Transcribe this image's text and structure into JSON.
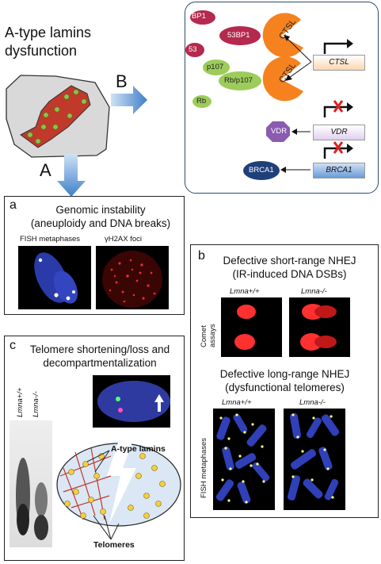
{
  "title": "A-type lamins dysfunction",
  "arrows": {
    "A": "A",
    "B": "B"
  },
  "pathway": {
    "proteins": {
      "bp1_fragment": "BP1",
      "p53bp1": "53BP1",
      "fragment_53": "53",
      "ctsl_top": "CTSL",
      "ctsl_bottom": "CTSL",
      "p107": "p107",
      "rb_p107": "Rb/p107",
      "rb_fragment": "Rb",
      "vdr": "VDR",
      "brca1": "BRCA1"
    },
    "genes": {
      "ctsl": "CTSL",
      "vdr": "VDR",
      "brca1": "BRCA1"
    },
    "colors": {
      "ctsl": "#f5821f",
      "p53bp1": "#b5294e",
      "rb": "#9ccc5a",
      "vdr": "#8a5bb0",
      "brca1": "#1f3f7a",
      "repressed": "#e02020"
    }
  },
  "panel_a": {
    "letter": "a",
    "title": "Genomic instability\n(aneuploidy and DNA breaks)",
    "img1_label": "FISH metaphases",
    "img2_label": "γH2AX foci"
  },
  "panel_b": {
    "letter": "b",
    "title1": "Defective short-range NHEJ\n(IR-induced DNA DSBs)",
    "col1": "Lmna+/+",
    "col2": "Lmna-/-",
    "row1_label": "Comet assays",
    "title2": "Defective long-range NHEJ\n(dysfunctional telomeres)",
    "col3": "Lmna+/+",
    "col4": "Lmna-/-",
    "row2_label": "FISH metaphases"
  },
  "panel_c": {
    "letter": "c",
    "title": "Telomere shortening/loss and\ndecompartmentalization",
    "lane1": "Lmna+/+",
    "lane2": "Lmna-/-",
    "label_lamins": "A-type lamins",
    "label_telomeres": "Telomeres"
  }
}
